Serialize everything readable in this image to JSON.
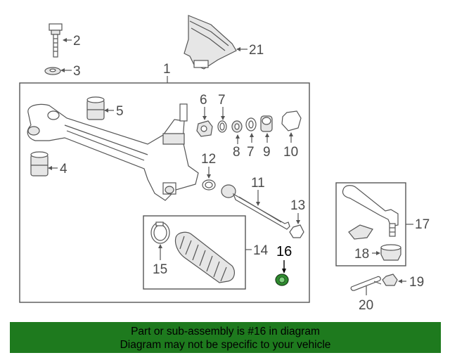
{
  "diagram": {
    "highlight_color": "#2e8b2e",
    "callouts": [
      {
        "id": "c1",
        "text": "1"
      },
      {
        "id": "c2",
        "text": "2"
      },
      {
        "id": "c3",
        "text": "3"
      },
      {
        "id": "c4",
        "text": "4"
      },
      {
        "id": "c5",
        "text": "5"
      },
      {
        "id": "c6",
        "text": "6"
      },
      {
        "id": "c7a",
        "text": "7"
      },
      {
        "id": "c7b",
        "text": "7"
      },
      {
        "id": "c8",
        "text": "8"
      },
      {
        "id": "c9",
        "text": "9"
      },
      {
        "id": "c10",
        "text": "10"
      },
      {
        "id": "c11",
        "text": "11"
      },
      {
        "id": "c12",
        "text": "12"
      },
      {
        "id": "c13",
        "text": "13"
      },
      {
        "id": "c14",
        "text": "14"
      },
      {
        "id": "c15",
        "text": "15"
      },
      {
        "id": "c16",
        "text": "16"
      },
      {
        "id": "c17",
        "text": "17"
      },
      {
        "id": "c18",
        "text": "18"
      },
      {
        "id": "c19",
        "text": "19"
      },
      {
        "id": "c20",
        "text": "20"
      },
      {
        "id": "c21",
        "text": "21"
      }
    ]
  },
  "banner": {
    "line1": "Part or sub-assembly is #16 in diagram",
    "line2": "Diagram may not be specific to your vehicle",
    "background": "#1e7a1e"
  }
}
